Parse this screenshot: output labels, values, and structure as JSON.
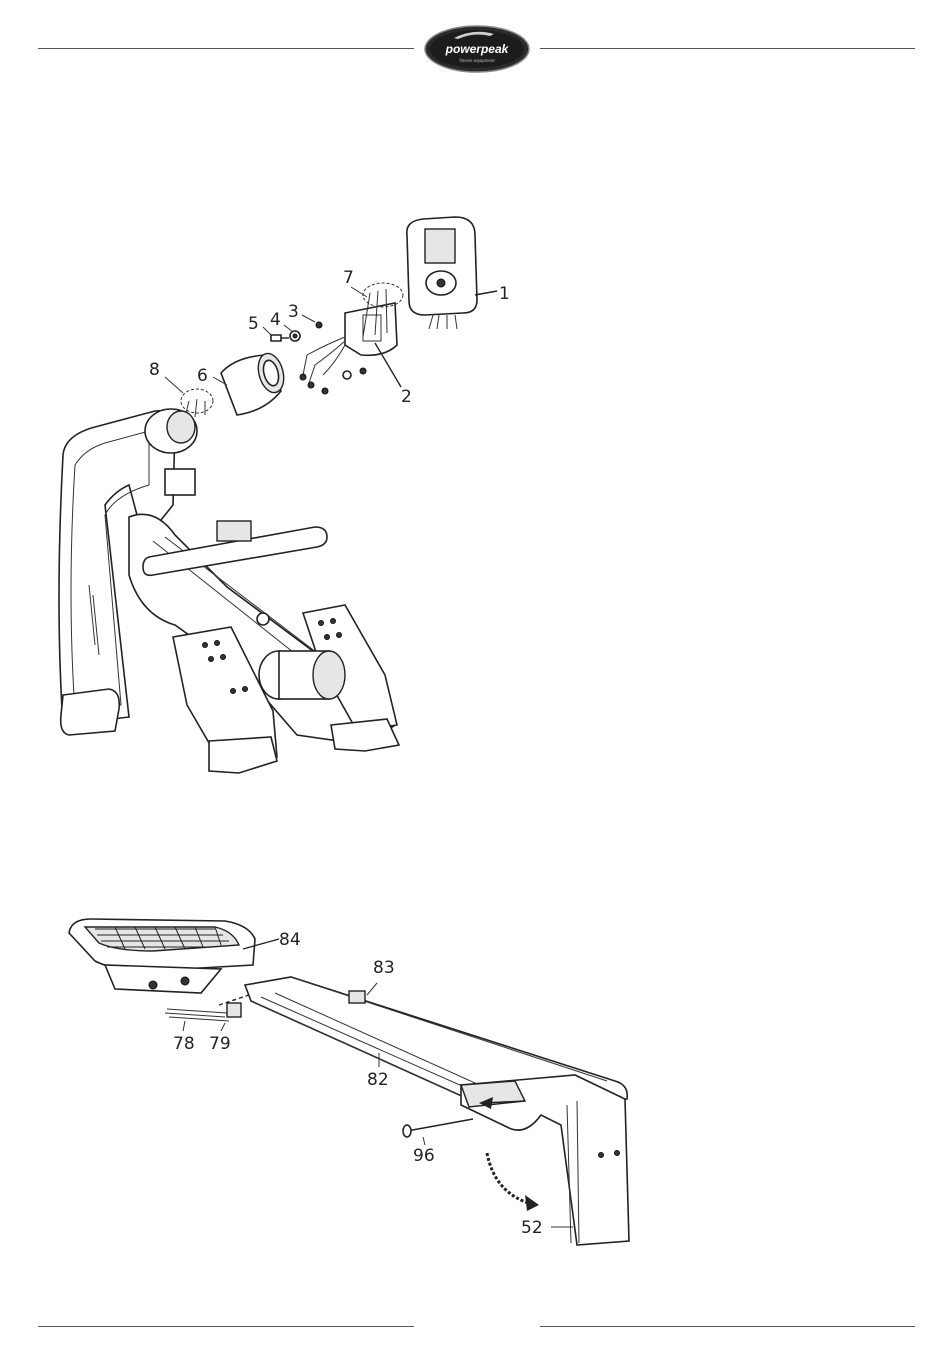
{
  "header": {
    "brand_name": "powerpeak",
    "brand_tagline": "fitness equipment"
  },
  "figure_top": {
    "callouts": [
      "1",
      "2",
      "3",
      "4",
      "5",
      "6",
      "7",
      "8"
    ]
  },
  "figure_bottom": {
    "callouts": [
      "84",
      "83",
      "78",
      "79",
      "82",
      "96",
      "52"
    ]
  }
}
